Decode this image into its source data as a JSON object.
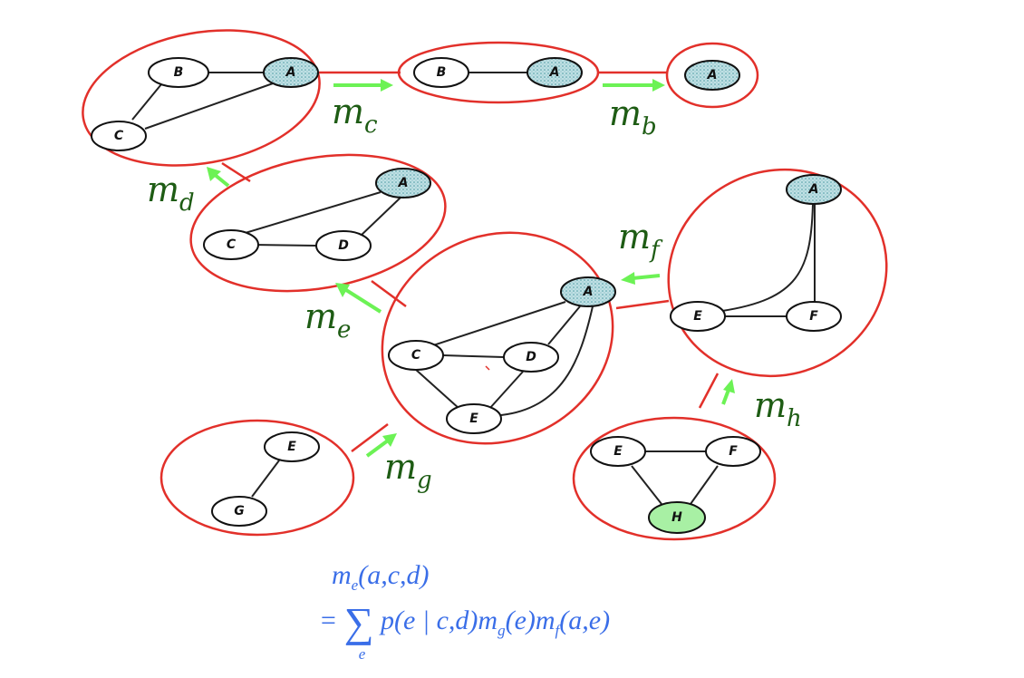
{
  "cliques": [
    {
      "id": "clique-abc",
      "nodes": [
        {
          "label": "B"
        },
        {
          "label": "A",
          "type": "observed"
        },
        {
          "label": "C"
        }
      ]
    },
    {
      "id": "clique-ab",
      "nodes": [
        {
          "label": "B"
        },
        {
          "label": "A",
          "type": "observed"
        }
      ]
    },
    {
      "id": "clique-a",
      "nodes": [
        {
          "label": "A",
          "type": "observed"
        }
      ]
    },
    {
      "id": "clique-acd",
      "nodes": [
        {
          "label": "A",
          "type": "observed"
        },
        {
          "label": "C"
        },
        {
          "label": "D"
        }
      ]
    },
    {
      "id": "clique-acde",
      "nodes": [
        {
          "label": "A",
          "type": "observed"
        },
        {
          "label": "C"
        },
        {
          "label": "D"
        },
        {
          "label": "E"
        }
      ]
    },
    {
      "id": "clique-aef",
      "nodes": [
        {
          "label": "A",
          "type": "observed"
        },
        {
          "label": "E"
        },
        {
          "label": "F"
        }
      ]
    },
    {
      "id": "clique-eg",
      "nodes": [
        {
          "label": "E"
        },
        {
          "label": "G"
        }
      ]
    },
    {
      "id": "clique-efh",
      "nodes": [
        {
          "label": "E"
        },
        {
          "label": "F"
        },
        {
          "label": "H",
          "type": "query"
        }
      ]
    }
  ],
  "messages": [
    {
      "name": "m",
      "sub": "c"
    },
    {
      "name": "m",
      "sub": "b"
    },
    {
      "name": "m",
      "sub": "d"
    },
    {
      "name": "m",
      "sub": "e"
    },
    {
      "name": "m",
      "sub": "f"
    },
    {
      "name": "m",
      "sub": "g"
    },
    {
      "name": "m",
      "sub": "h"
    }
  ],
  "formula": {
    "line1": {
      "m": "m",
      "sub": "e",
      "args": "(a,c,d)"
    },
    "line2": {
      "eq": "=",
      "sigma": "∑",
      "sigma_sub": "e",
      "p": "p(e | c,d)",
      "mg": "m",
      "mg_sub": "g",
      "mg_args": "(e)",
      "mf": "m",
      "mf_sub": "f",
      "mf_args": "(a,e)"
    }
  },
  "colors": {
    "clique_border": "#e2302a",
    "message_arrow": "#6cf255",
    "message_label": "#1e5c14",
    "observed_node": "#bfe0e4",
    "query_node": "#a8f0a4",
    "formula": "#3a6ee8"
  }
}
